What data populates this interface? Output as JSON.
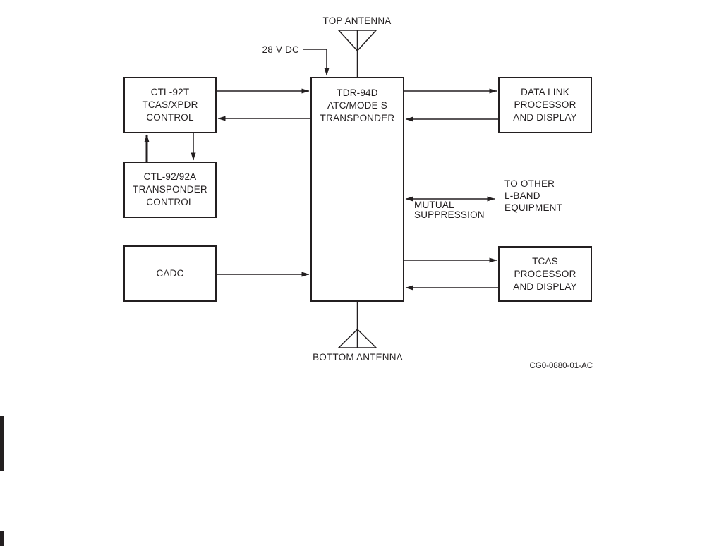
{
  "figure": {
    "code": "CG0-0880-01-AC",
    "ink_color": "#231f20",
    "background_color": "#ffffff"
  },
  "boxes": {
    "ctl92t": {
      "label": "CTL-92T\nTCAS/XPDR\nCONTROL"
    },
    "ctl9292a": {
      "label": "CTL-92/92A\nTRANSPONDER\nCONTROL"
    },
    "cadc": {
      "label": "CADC"
    },
    "tdr94d": {
      "label": "TDR-94D\nATC/MODE S\nTRANSPONDER"
    },
    "datalink": {
      "label": "DATA LINK\nPROCESSOR\nAND DISPLAY"
    },
    "tcas": {
      "label": "TCAS\nPROCESSOR\nAND DISPLAY"
    }
  },
  "annotations": {
    "top_antenna": "TOP ANTENNA",
    "bottom_antenna": "BOTTOM ANTENNA",
    "power": "28 V DC",
    "mutual_suppression": "MUTUAL\nSUPPRESSION",
    "l_band": "TO OTHER\nL-BAND\nEQUIPMENT"
  },
  "connections": [
    {
      "from": "CTL-92T TCAS/XPDR CONTROL",
      "to": "TDR-94D ATC/MODE S TRANSPONDER",
      "direction": "right"
    },
    {
      "from": "TDR-94D ATC/MODE S TRANSPONDER",
      "to": "CTL-92T TCAS/XPDR CONTROL",
      "direction": "left"
    },
    {
      "from": "CTL-92/92A TRANSPONDER CONTROL",
      "to": "CTL-92T TCAS/XPDR CONTROL",
      "direction": "up",
      "weight": "thick"
    },
    {
      "from": "CTL-92T TCAS/XPDR CONTROL",
      "to": "CTL-92/92A TRANSPONDER CONTROL",
      "direction": "down"
    },
    {
      "from": "TDR-94D ATC/MODE S TRANSPONDER",
      "to": "DATA LINK PROCESSOR AND DISPLAY",
      "direction": "right"
    },
    {
      "from": "DATA LINK PROCESSOR AND DISPLAY",
      "to": "TDR-94D ATC/MODE S TRANSPONDER",
      "direction": "left"
    },
    {
      "from": "TDR-94D ATC/MODE S TRANSPONDER",
      "to": "TO OTHER L-BAND EQUIPMENT",
      "direction": "both",
      "label": "MUTUAL SUPPRESSION"
    },
    {
      "from": "CADC",
      "to": "TDR-94D ATC/MODE S TRANSPONDER",
      "direction": "right"
    },
    {
      "from": "TDR-94D ATC/MODE S TRANSPONDER",
      "to": "TCAS PROCESSOR AND DISPLAY",
      "direction": "right"
    },
    {
      "from": "TCAS PROCESSOR AND DISPLAY",
      "to": "TDR-94D ATC/MODE S TRANSPONDER",
      "direction": "left"
    },
    {
      "from": "28 V DC",
      "to": "TDR-94D ATC/MODE S TRANSPONDER",
      "direction": "down"
    },
    {
      "from": "TOP ANTENNA",
      "to": "TDR-94D ATC/MODE S TRANSPONDER",
      "direction": "none"
    },
    {
      "from": "BOTTOM ANTENNA",
      "to": "TDR-94D ATC/MODE S TRANSPONDER",
      "direction": "none"
    }
  ]
}
